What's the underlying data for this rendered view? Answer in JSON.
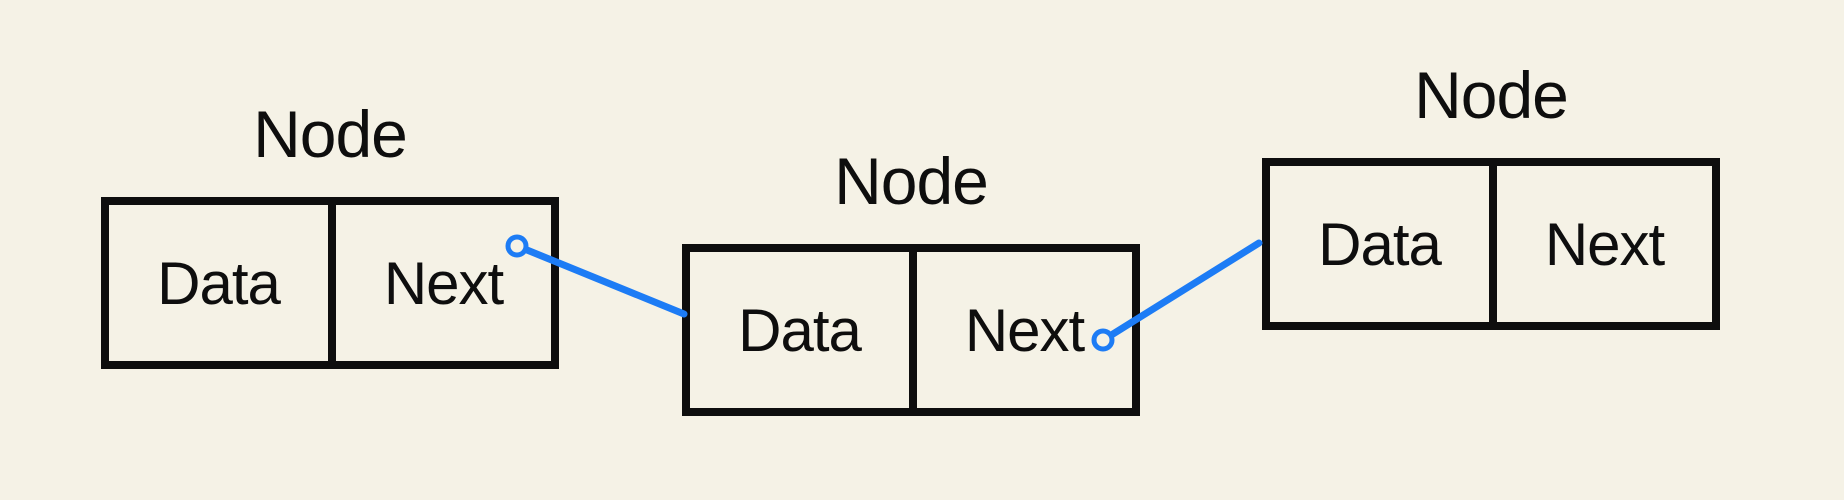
{
  "diagram": {
    "kind": "singly-linked-list-illustration",
    "nodes": [
      {
        "title": "Node",
        "cells": [
          {
            "label": "Data"
          },
          {
            "label": "Next"
          }
        ]
      },
      {
        "title": "Node",
        "cells": [
          {
            "label": "Data"
          },
          {
            "label": "Next"
          }
        ]
      },
      {
        "title": "Node",
        "cells": [
          {
            "label": "Data"
          },
          {
            "label": "Next"
          }
        ]
      }
    ],
    "connectors": [
      {
        "description": "pointer from node 1 Next cell to node 2"
      },
      {
        "description": "pointer from node 2 Next cell to node 3"
      }
    ],
    "colors": {
      "background": "#f5f2e6",
      "ink": "#0e0e0e",
      "connector": "#1d7cf5"
    }
  }
}
